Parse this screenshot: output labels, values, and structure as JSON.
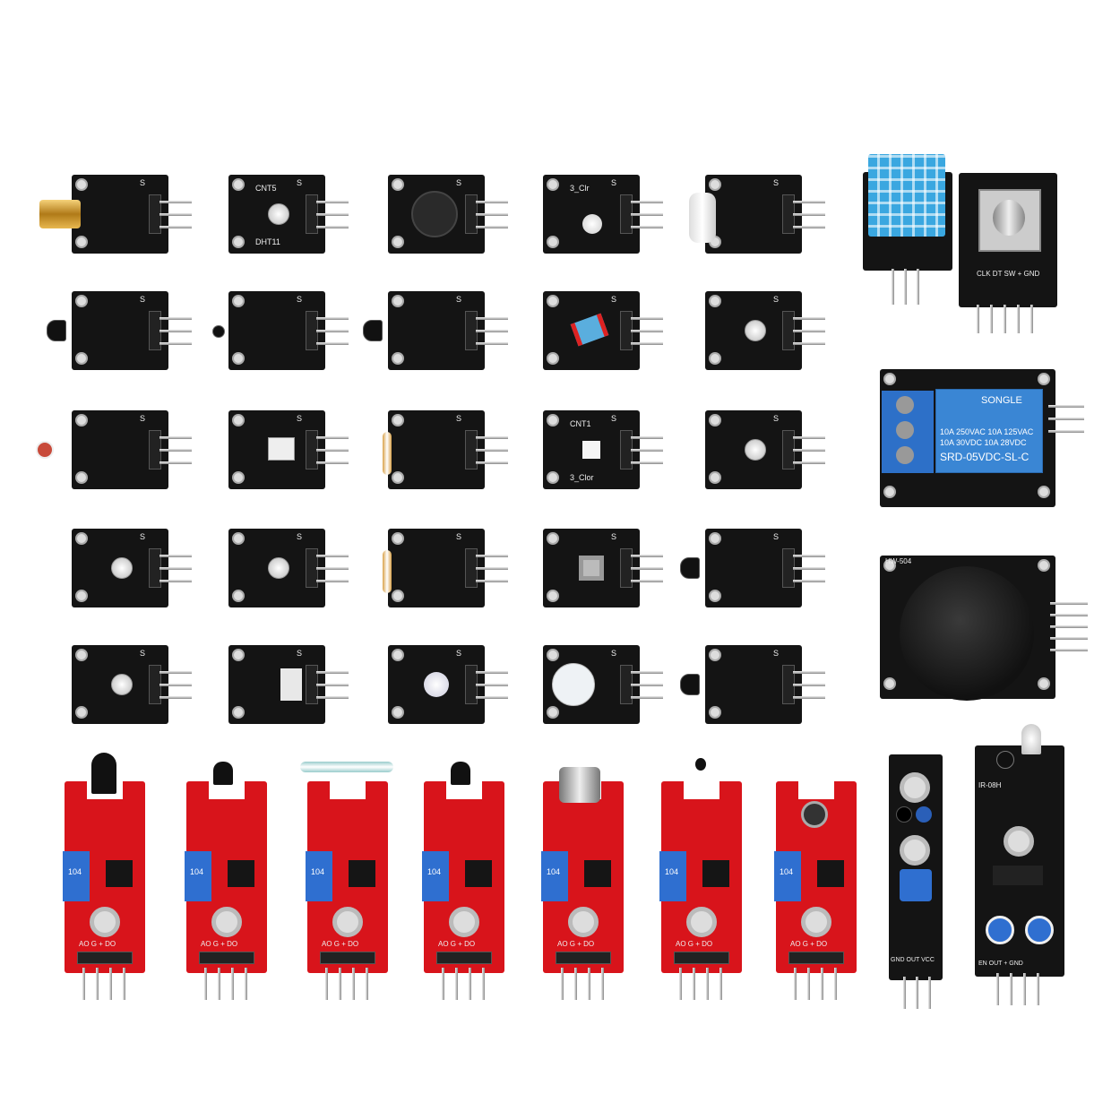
{
  "black_modules": [
    {
      "component": "gold-laser-head"
    },
    {
      "component": "clear-led",
      "label": "CNT5",
      "label2": "DHT11"
    },
    {
      "component": "black-buzzer"
    },
    {
      "component": "rgb-led",
      "label": "3_Clr"
    },
    {
      "component": "glass-tube"
    },
    {
      "component": "black-transistor"
    },
    {
      "component": "thermistor"
    },
    {
      "component": "black-transistor"
    },
    {
      "component": "blue-tilt-switch"
    },
    {
      "component": "clear-led"
    },
    {
      "component": "red-photoresistor"
    },
    {
      "component": "ir-receiver"
    },
    {
      "component": "glass-reed"
    },
    {
      "component": "smd-rgb",
      "label": "CNT1",
      "label2": "3_Clor"
    },
    {
      "component": "clear-led"
    },
    {
      "component": "clear-led"
    },
    {
      "component": "clear-led"
    },
    {
      "component": "glass-reed"
    },
    {
      "component": "push-button"
    },
    {
      "component": "black-transistor"
    },
    {
      "component": "clear-led"
    },
    {
      "component": "white-block"
    },
    {
      "component": "white-disc"
    },
    {
      "component": "white-buzzer"
    },
    {
      "component": "black-transistor"
    }
  ],
  "dht11": {
    "color": "#3aa7e0"
  },
  "rotary_encoder": {
    "pins": "CLK DT SW + GND"
  },
  "relay": {
    "brand": "SONGLE",
    "rating1": "10A 250VAC  10A 125VAC",
    "rating2": "10A 30VDC  10A 28VDC",
    "model": "SRD-05VDC-SL-C",
    "color": "#3a86d4"
  },
  "joystick": {
    "label": "HW-504"
  },
  "red_modules": [
    {
      "component": "black-flame-led"
    },
    {
      "component": "black-transistor"
    },
    {
      "component": "glass-reed"
    },
    {
      "component": "black-transistor"
    },
    {
      "component": "big-microphone"
    },
    {
      "component": "thermistor"
    },
    {
      "component": "small-microphone"
    }
  ],
  "red_module_text": {
    "pot": "104",
    "pins": "AO G + DO"
  },
  "tracker_module": {
    "pins": "GND OUT VCC"
  },
  "obstacle_module": {
    "label": "IR-08H",
    "pins": "EN OUT + GND"
  },
  "colors": {
    "pcb_black": "#141414",
    "pcb_red": "#d8141b",
    "pot_blue": "#2f6fd0"
  }
}
